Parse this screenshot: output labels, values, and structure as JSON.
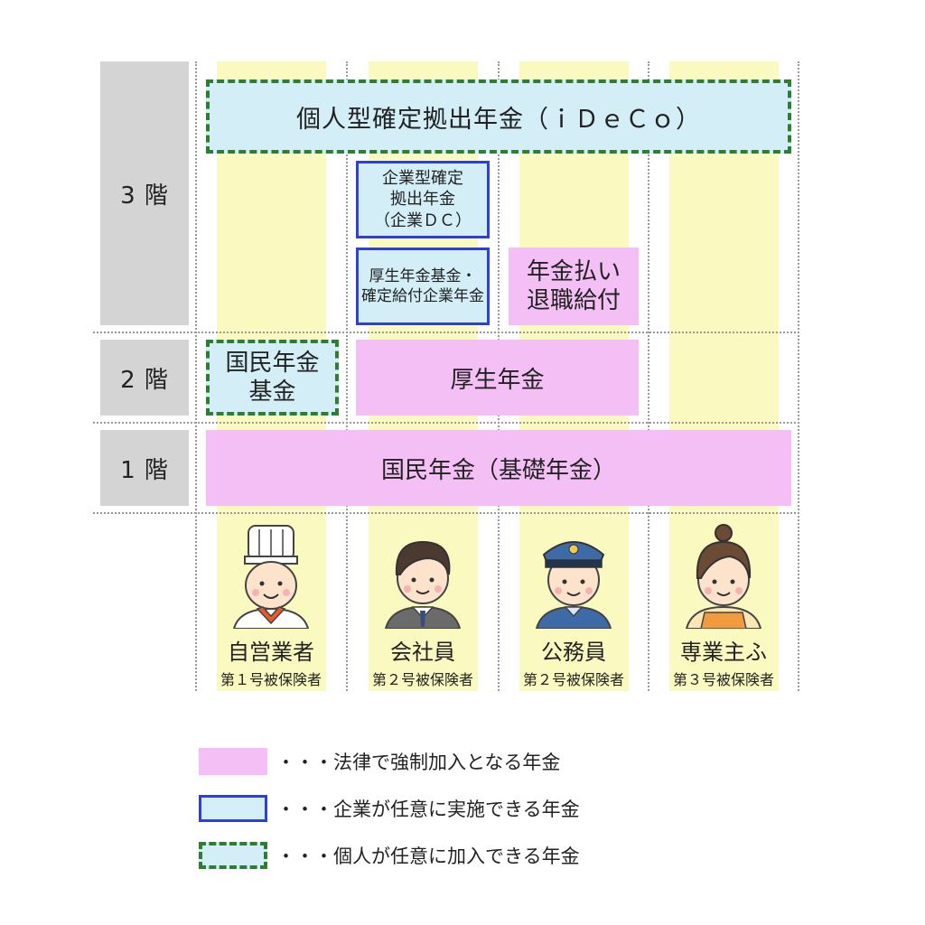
{
  "tiers": {
    "tier3": "3 階",
    "tier2": "2 階",
    "tier1": "1 階"
  },
  "plans": {
    "ideco": "個人型確定拠出年金（ｉＤｅＣｏ）",
    "corporate_dc": [
      "企業型確定",
      "拠出年金",
      "（企業ＤＣ）"
    ],
    "employee_pension_fund": [
      "厚生年金基金・",
      "確定給付企業年金"
    ],
    "retirement_allowance": [
      "年金払い",
      "退職給付"
    ],
    "national_pension_fund": [
      "国民年金",
      "基金"
    ],
    "employees_pension": "厚生年金",
    "national_pension": "国民年金（基礎年金）"
  },
  "people": [
    {
      "occupation": "自営業者",
      "insured_type": "第１号被保険者",
      "icon": "chef-icon"
    },
    {
      "occupation": "会社員",
      "insured_type": "第２号被保険者",
      "icon": "office-worker-icon"
    },
    {
      "occupation": "公務員",
      "insured_type": "第２号被保険者",
      "icon": "police-officer-icon"
    },
    {
      "occupation": "専業主ふ",
      "insured_type": "第３号被保険者",
      "icon": "homemaker-icon"
    }
  ],
  "legend": [
    {
      "text": "・・・法律で強制加入となる年金",
      "style": "pink-fill"
    },
    {
      "text": "・・・企業が任意に実施できる年金",
      "style": "blue-solid-border"
    },
    {
      "text": "・・・個人が任意に加入できる年金",
      "style": "green-dashed-border"
    }
  ],
  "colors": {
    "mandatory": "#f4bff4",
    "voluntary_fill": "#d3eef7",
    "company_border": "#2d3fd4",
    "individual_border": "#2e7d32",
    "column_bg": "#fafac0",
    "tier_label_bg": "#d4d4d4"
  }
}
